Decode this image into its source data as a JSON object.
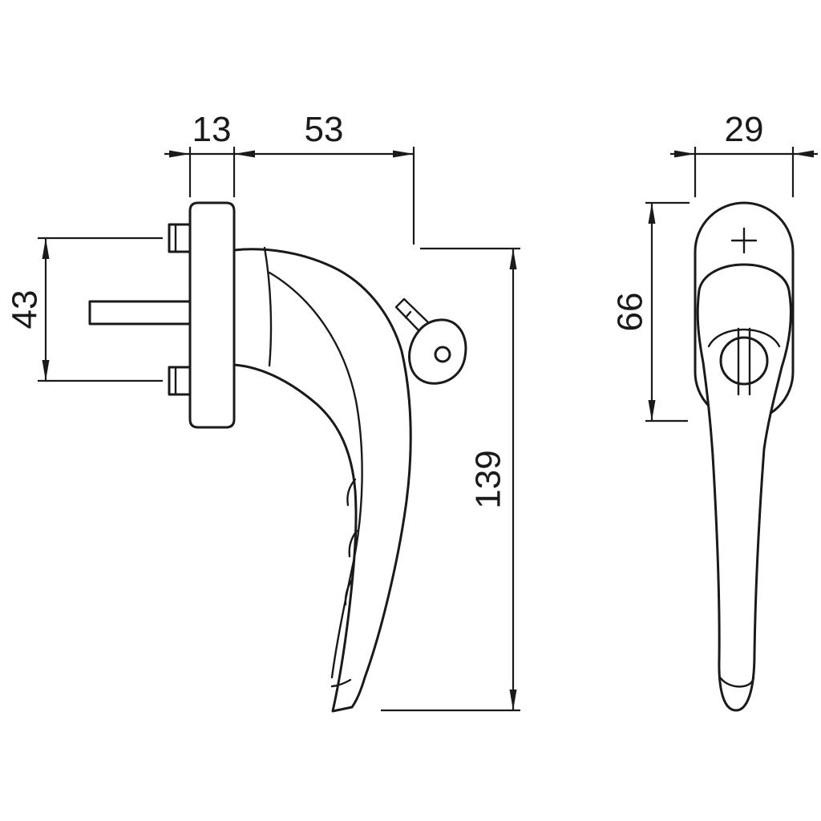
{
  "drawing": {
    "type": "dimensioned technical drawing",
    "subject": "lockable window handle, side view and front view",
    "colors": {
      "line": "#1a1a1a",
      "background": "#ffffff"
    },
    "side_view": {
      "dim_plate_thickness": "13",
      "dim_handle_reach": "53",
      "dim_screw_spacing": "43",
      "dim_total_length": "139"
    },
    "front_view": {
      "dim_width": "29",
      "dim_rosette_height": "66"
    }
  }
}
